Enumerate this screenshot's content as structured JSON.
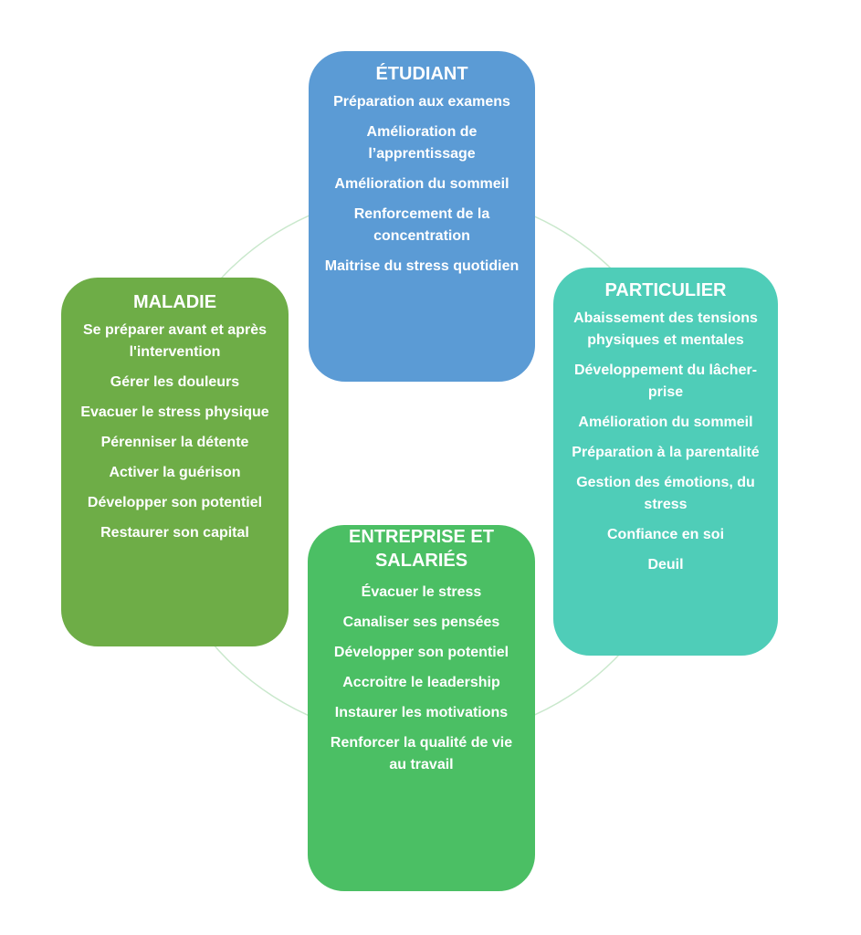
{
  "colors": {
    "etudiant": "#5B9BD5",
    "particulier": "#4FCDB8",
    "maladie": "#6EAD47",
    "entreprise": "#4BBF64",
    "connector": "#C9E8CC"
  },
  "cards": {
    "etudiant": {
      "title": "ÉTUDIANT",
      "items": [
        "Préparation aux examens",
        "Amélioration de l’apprentissage",
        "Amélioration du sommeil",
        "Renforcement de la concentration",
        "Maitrise du stress quotidien"
      ]
    },
    "particulier": {
      "title": "PARTICULIER",
      "items": [
        "Abaissement des tensions physiques et mentales",
        "Développement du lâcher-prise",
        "Amélioration du sommeil",
        "Préparation à la parentalité",
        "Gestion des émotions, du stress",
        "Confiance en soi",
        "Deuil"
      ]
    },
    "maladie": {
      "title": "MALADIE",
      "items": [
        "Se préparer avant et après l'intervention",
        "Gérer les douleurs",
        "Evacuer le stress physique",
        "Pérenniser la détente",
        "Activer la guérison",
        "Développer son potentiel",
        "Restaurer son capital"
      ]
    },
    "entreprise": {
      "title": "ENTREPRISE ET SALARIÉS",
      "items": [
        "Évacuer le stress",
        "Canaliser ses pensées",
        "Développer son potentiel",
        "Accroitre le leadership",
        "Instaurer les motivations",
        "Renforcer la qualité de vie au travail"
      ]
    }
  }
}
